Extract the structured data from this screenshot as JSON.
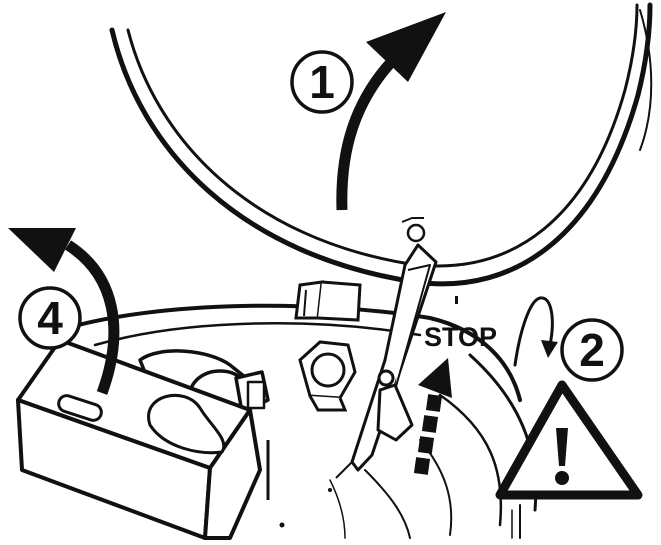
{
  "step_labels": {
    "step1": "1",
    "step2": "2",
    "step4": "4"
  },
  "stop_label": "STOP",
  "colors": {
    "ink": "#111111",
    "paper": "#ffffff"
  },
  "icons": {
    "warning": "warning-triangle-icon"
  }
}
